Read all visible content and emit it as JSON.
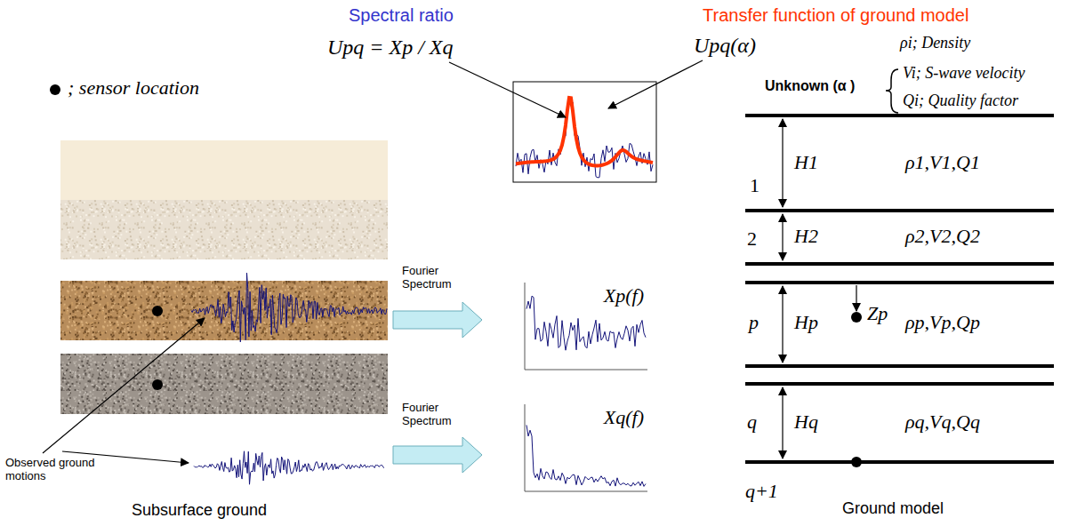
{
  "diagram": {
    "nodes": [
      {
        "text": [
          "Xp(f)"
        ]
      },
      {
        "text": [
          "Xq(f)"
        ]
      }
    ],
    "labels": [
      "Spectral ratio",
      "Upq = Xp / Xq",
      "Transfer function of ground model",
      "Upq(α)",
      "; sensor location",
      "ρi; Density",
      "Vi; S-wave velocity",
      "Qi; Quality factor",
      "Unknown (α )",
      "1",
      "H1",
      "ρ1,V1,Q1",
      "2",
      "H2",
      "ρ2,V2,Q2",
      "p",
      "Hp",
      "Zp",
      "ρp,Vp,Qp",
      "q",
      "Hq",
      "ρq,Vq,Qq",
      "q+1",
      "Ground model",
      "Fourier Spectrum",
      "Fourier Spectrum",
      "Observed ground motions",
      "Subsurface ground"
    ]
  }
}
